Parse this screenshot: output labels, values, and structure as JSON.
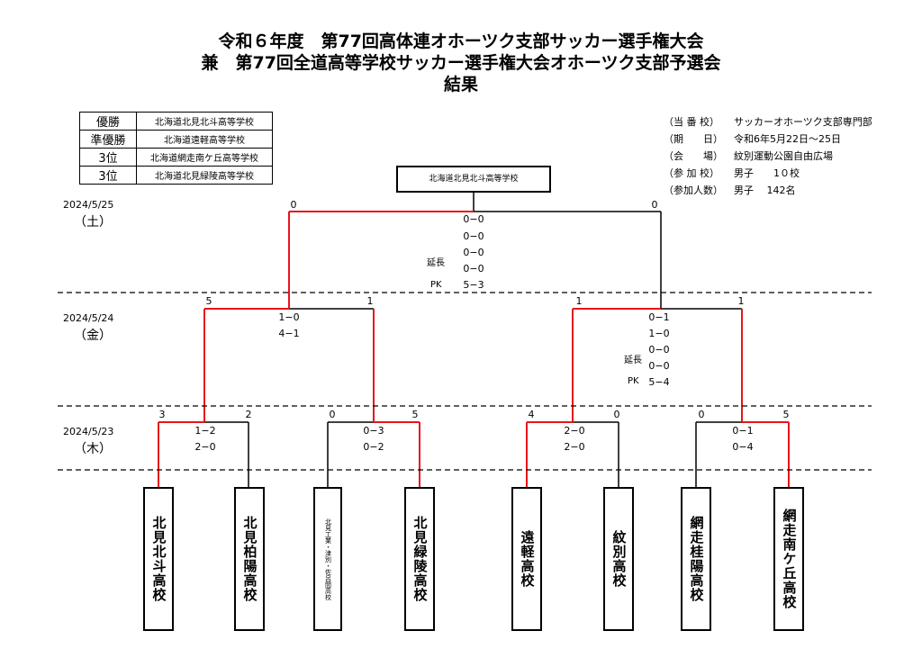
{
  "title": {
    "line1": "令和６年度　第77回高体連オホーツク支部サッカー選手権大会",
    "line2": "兼　第77回全道高等学校サッカー選手権大会オホーツク支部予選会",
    "line3": "結果"
  },
  "results": [
    {
      "rank": "優勝",
      "school": "北海道北見北斗高等学校"
    },
    {
      "rank": "準優勝",
      "school": "北海道遠軽高等学校"
    },
    {
      "rank": "3位",
      "school": "北海道網走南ケ丘高等学校"
    },
    {
      "rank": "3位",
      "school": "北海道北見緑陵高等学校"
    }
  ],
  "info": [
    {
      "key": "（当 番 校）",
      "value": "サッカーオホーツク支部専門部"
    },
    {
      "key": "（期　　日）",
      "value": "令和6年5月22日～25日"
    },
    {
      "key": "（会　　場）",
      "value": "紋別運動公園自由広場"
    },
    {
      "key": "（参 加 校）",
      "value": "男子　　1０校"
    },
    {
      "key": "（参加人数）",
      "value": "男子　 142名"
    }
  ],
  "champion": "北海道北見北斗高等学校",
  "dates": {
    "d1": {
      "date": "2024/5/25",
      "dow": "（土）"
    },
    "d2": {
      "date": "2024/5/24",
      "dow": "（金）"
    },
    "d3": {
      "date": "2024/5/23",
      "dow": "（木）"
    }
  },
  "final": {
    "left": "0",
    "right": "0",
    "scores": [
      "0−0",
      "0−0",
      "0−0",
      "0−0",
      "5−3"
    ],
    "et_label": "延長",
    "pk_label": "PK"
  },
  "semis": {
    "left": {
      "a": "5",
      "b": "1",
      "scores": [
        "1−0",
        "4−1"
      ]
    },
    "right": {
      "a": "1",
      "b": "1",
      "scores": [
        "0−1",
        "1−0",
        "0−0",
        "0−0",
        "5−4"
      ],
      "et_label": "延長",
      "pk_label": "PK"
    }
  },
  "quarters": [
    {
      "a": "3",
      "b": "2",
      "scores": [
        "1−2",
        "2−0"
      ]
    },
    {
      "a": "0",
      "b": "5",
      "scores": [
        "0−3",
        "0−2"
      ]
    },
    {
      "a": "4",
      "b": "0",
      "scores": [
        "2−0",
        "2−0"
      ]
    },
    {
      "a": "0",
      "b": "5",
      "scores": [
        "0−1",
        "0−4"
      ]
    }
  ],
  "teams": [
    "北見北斗高校",
    "北見柏陽高校",
    "北見工業・津別・佐呂間高校",
    "北見緑陵高校",
    "遠軽高校",
    "紋別高校",
    "網走桂陽高校",
    "網走南ケ丘高校"
  ],
  "colors": {
    "win": "#e8141b",
    "line": "#000000"
  }
}
